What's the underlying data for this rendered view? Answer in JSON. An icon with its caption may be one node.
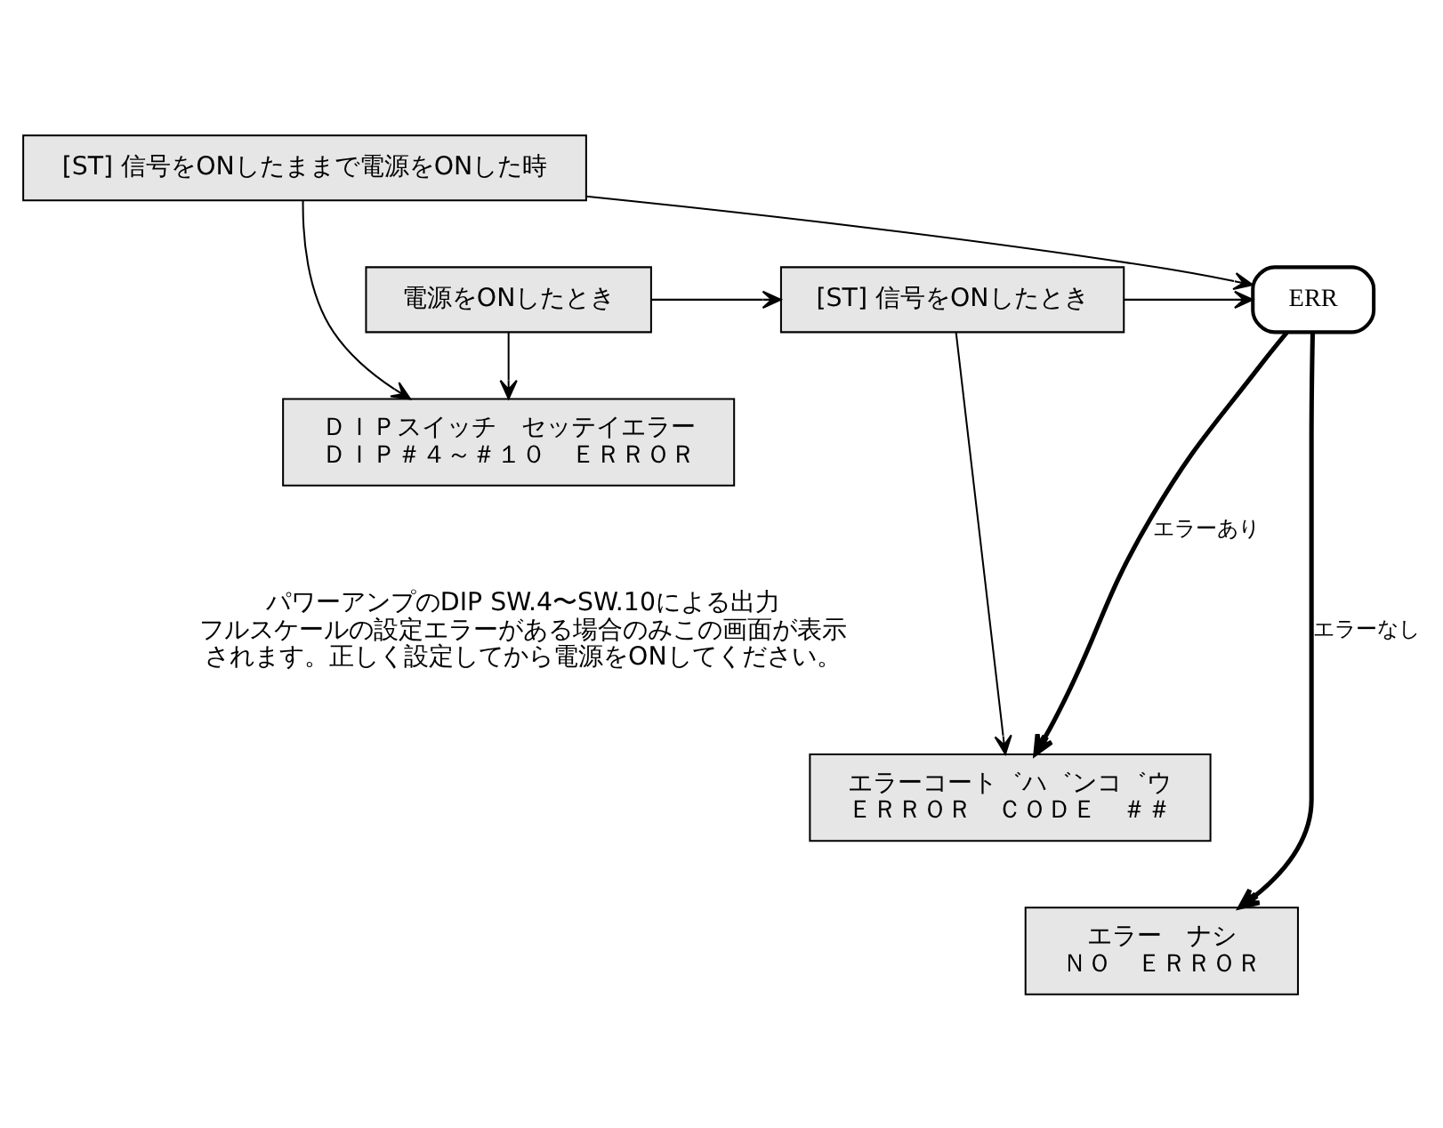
{
  "diagram": {
    "nodes": [
      {
        "text": [
          "電源をONしたとき"
        ]
      },
      {
        "text": [
          "[ST] 信号をONしたとき"
        ]
      },
      {
        "text": [
          "[ST] 信号をONしたままで電源をONした時"
        ]
      },
      {
        "text": [
          "ERR"
        ]
      },
      {
        "text": [
          "ＤＩＰスイッチ　セッテイエラー",
          "ＤＩＰ＃４～＃１０　ＥＲＲＯＲ"
        ]
      },
      {
        "text": [
          "エラーコート゛ハ゛ンコ゛ウ",
          "ＥＲＲＯＲ　ＣＯＤＥ　＃＃"
        ]
      },
      {
        "text": [
          "エラー　ナシ",
          "ＮＯ　ＥＲＲＯＲ"
        ]
      }
    ],
    "edges": [
      {
        "from": 0,
        "to": 1,
        "arrow": "to"
      },
      {
        "from": 1,
        "to": 3,
        "arrow": "to"
      },
      {
        "from": 2,
        "to": 3,
        "arrow": "to"
      },
      {
        "from": 0,
        "to": 4,
        "arrow": "to"
      },
      {
        "from": 2,
        "to": 4,
        "arrow": "to"
      },
      {
        "from": 1,
        "to": 5,
        "arrow": "to"
      },
      {
        "from": 3,
        "to": 5,
        "arrow": "to",
        "label": "エラーあり",
        "style": "thick"
      },
      {
        "from": 3,
        "to": 6,
        "arrow": "to",
        "label": "エラーなし",
        "style": "thick"
      }
    ],
    "labels": [
      "パワーアンプのDIP SW.4〜SW.10による出力フルスケールの設定エラーがある場合のみこの画面が表示されます。正しく設定してから電源をONしてください。"
    ]
  }
}
